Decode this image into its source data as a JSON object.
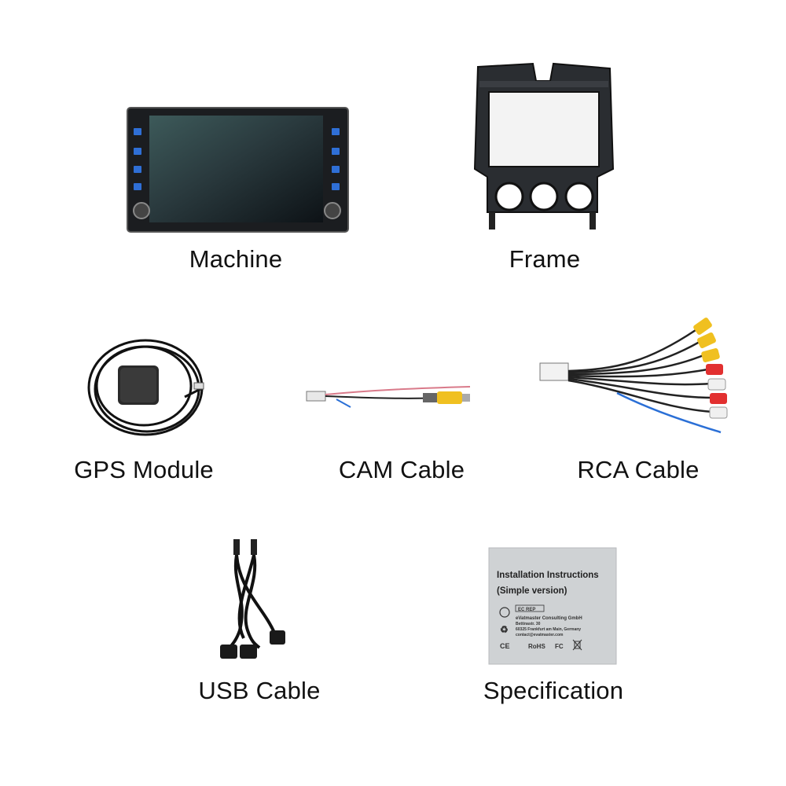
{
  "items": {
    "machine": {
      "label": "Machine"
    },
    "frame": {
      "label": "Frame"
    },
    "gps": {
      "label": "GPS Module"
    },
    "cam": {
      "label": "CAM Cable"
    },
    "rca": {
      "label": "RCA Cable"
    },
    "usb": {
      "label": "USB Cable"
    },
    "spec": {
      "label": "Specification",
      "manual": {
        "title": "Installation Instructions",
        "subtitle": "(Simple version)",
        "ec_rep": "EC REP",
        "company": "eVatmaster Consulting GmbH",
        "street": "Bettinastr. 30",
        "city": "60325 Frankfurt am Main, Germany",
        "email": "contact@evatmaster.com",
        "ce": "CE",
        "rohs": "RoHS",
        "fc": "FC"
      }
    }
  }
}
